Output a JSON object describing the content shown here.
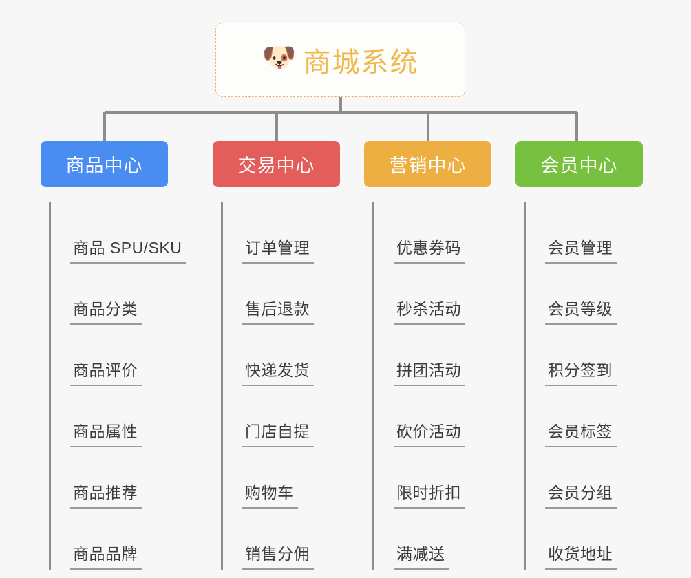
{
  "diagram": {
    "type": "mind-map",
    "root": {
      "label": "商城系统",
      "icon": "dog-face-icon",
      "emoji": "🐶",
      "border_color": "#e8b860",
      "text_color": "#f0b74a"
    },
    "background_color": "#f7f7f7",
    "connector_color": "#8d8d8d",
    "branches": [
      {
        "label": "商品中心",
        "color": "#4a8df2",
        "items": [
          "商品 SPU/SKU",
          "商品分类",
          "商品评价",
          "商品属性",
          "商品推荐",
          "商品品牌"
        ]
      },
      {
        "label": "交易中心",
        "color": "#e35d5b",
        "items": [
          "订单管理",
          "售后退款",
          "快递发货",
          "门店自提",
          "购物车",
          "销售分佣"
        ]
      },
      {
        "label": "营销中心",
        "color": "#edaf42",
        "items": [
          "优惠券码",
          "秒杀活动",
          "拼团活动",
          "砍价活动",
          "限时折扣",
          "满减送"
        ]
      },
      {
        "label": "会员中心",
        "color": "#78c040",
        "items": [
          "会员管理",
          "会员等级",
          "积分签到",
          "会员标签",
          "会员分组",
          "收货地址"
        ]
      }
    ]
  }
}
